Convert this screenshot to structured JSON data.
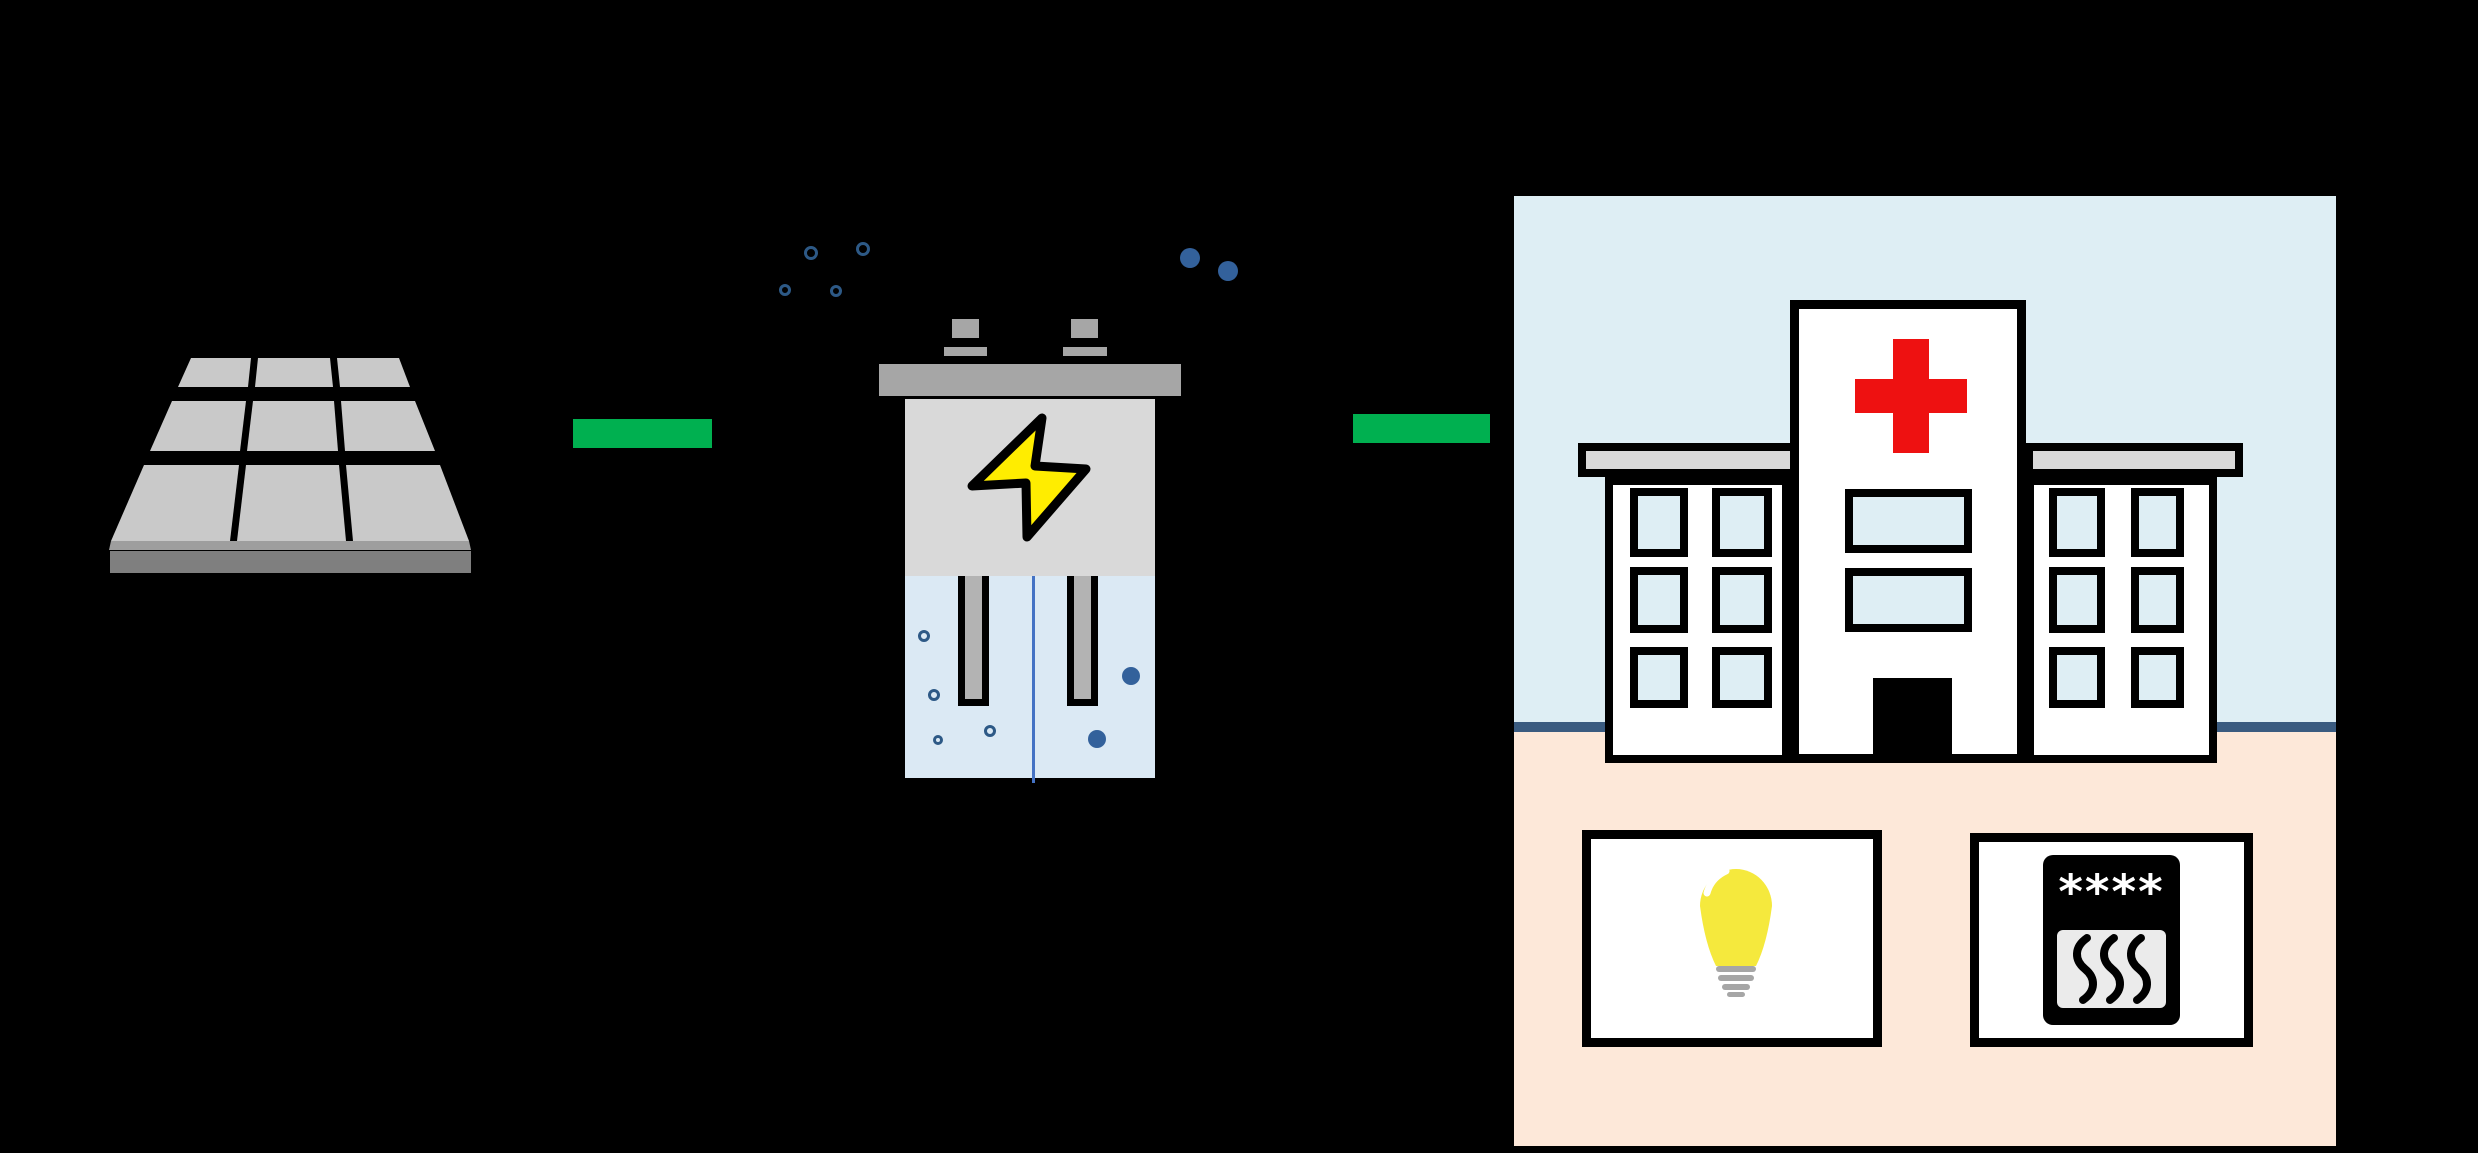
{
  "scene": {
    "background_color": "#000000"
  },
  "solar_panel": {
    "grid_rows": 3,
    "grid_cols": 3,
    "cell_color": "#c9c9c9",
    "gap_color": "#000000",
    "lip_color": "#9e9e9e",
    "base_color": "#7f7f7f"
  },
  "connectors": {
    "count": 2,
    "color": "#00b050"
  },
  "electrolyzer": {
    "terminal_color": "#a6a6a6",
    "cap_color": "#a6a6a6",
    "body_color": "#d9d9d9",
    "bolt_fill": "#ffed00",
    "bolt_outline": "#000000",
    "water_color": "#dbe9f4",
    "membrane_color": "#4472c4",
    "electrode_color": "#b3b3b3",
    "electrode_outline": "#000000",
    "gas_bubble_outline_color": "#2d5986",
    "gas_bubble_fill_color": "#33619b",
    "small_bubbles_above": 4,
    "large_bubbles_above": 2,
    "small_bubbles_in_tank": 4,
    "large_bubbles_in_tank": 2
  },
  "hospital_scene": {
    "sky_color": "#deeef4",
    "ground_line_color": "#3a5b80",
    "floor_color": "#fde8d9",
    "building": {
      "wall_color": "#ffffff",
      "outline_color": "#000000",
      "awning_color": "#d9d9d9",
      "cross_color": "#ee1111",
      "window_color": "#deeef4",
      "door_color": "#000000",
      "left_wing_windows": 6,
      "tower_windows": 2,
      "right_wing_windows": 6
    },
    "lamp_card": {
      "background": "#ffffff",
      "bulb_color": "#f5e93d",
      "bulb_base_color": "#a6a6a6"
    },
    "oven_card": {
      "background": "#ffffff",
      "display_text": "****",
      "display_text_color": "#ffffff",
      "icon_color": "#000000",
      "window_color": "#ebebeb",
      "flame_wave_count": 3
    }
  }
}
